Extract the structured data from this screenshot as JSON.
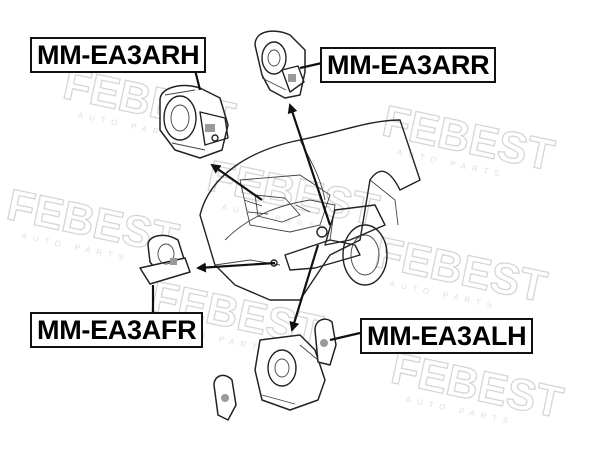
{
  "parts": [
    {
      "id": "rh",
      "code": "MM-EA3ARH"
    },
    {
      "id": "rr",
      "code": "MM-EA3ARR"
    },
    {
      "id": "fr",
      "code": "MM-EA3AFR"
    },
    {
      "id": "lh",
      "code": "MM-EA3ALH"
    }
  ],
  "watermark": {
    "brand": "FEBEST",
    "sub": "AUTO PARTS"
  },
  "colors": {
    "ink": "#222222",
    "watermark": "#d6d6d6",
    "background": "#ffffff"
  }
}
